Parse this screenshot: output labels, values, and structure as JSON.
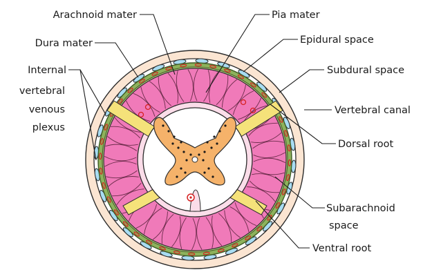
{
  "labels": {
    "arachnoid_mater": "Arachnoid mater",
    "pia_mater": "Pia mater",
    "dura_mater": "Dura mater",
    "epidural_space": "Epidural space",
    "internal_vertebral_venous_plexus": [
      "Internal",
      "vertebral",
      "venous",
      "plexus"
    ],
    "subdural_space": "Subdural space",
    "vertebral_canal": "Vertebral canal",
    "dorsal_root": "Dorsal root",
    "subarachnoid_space": [
      "Subarachnoid",
      "space"
    ],
    "ventral_root": "Ventral root"
  },
  "colors": {
    "vertebral_canal": "#fbe5d2",
    "epidural": "#ffffff",
    "dura": "#8db25c",
    "dura_outline": "#3f5b24",
    "vessel_red": "#d62020",
    "subarachnoid": "#f07ab9",
    "pia_ring": "#fbdde9",
    "white_matter": "#ffffff",
    "grey_matter": "#f5b26a",
    "roots": "#f5e27a",
    "vein_blue": "#a8dcf2",
    "outline": "#2b2b2b"
  }
}
